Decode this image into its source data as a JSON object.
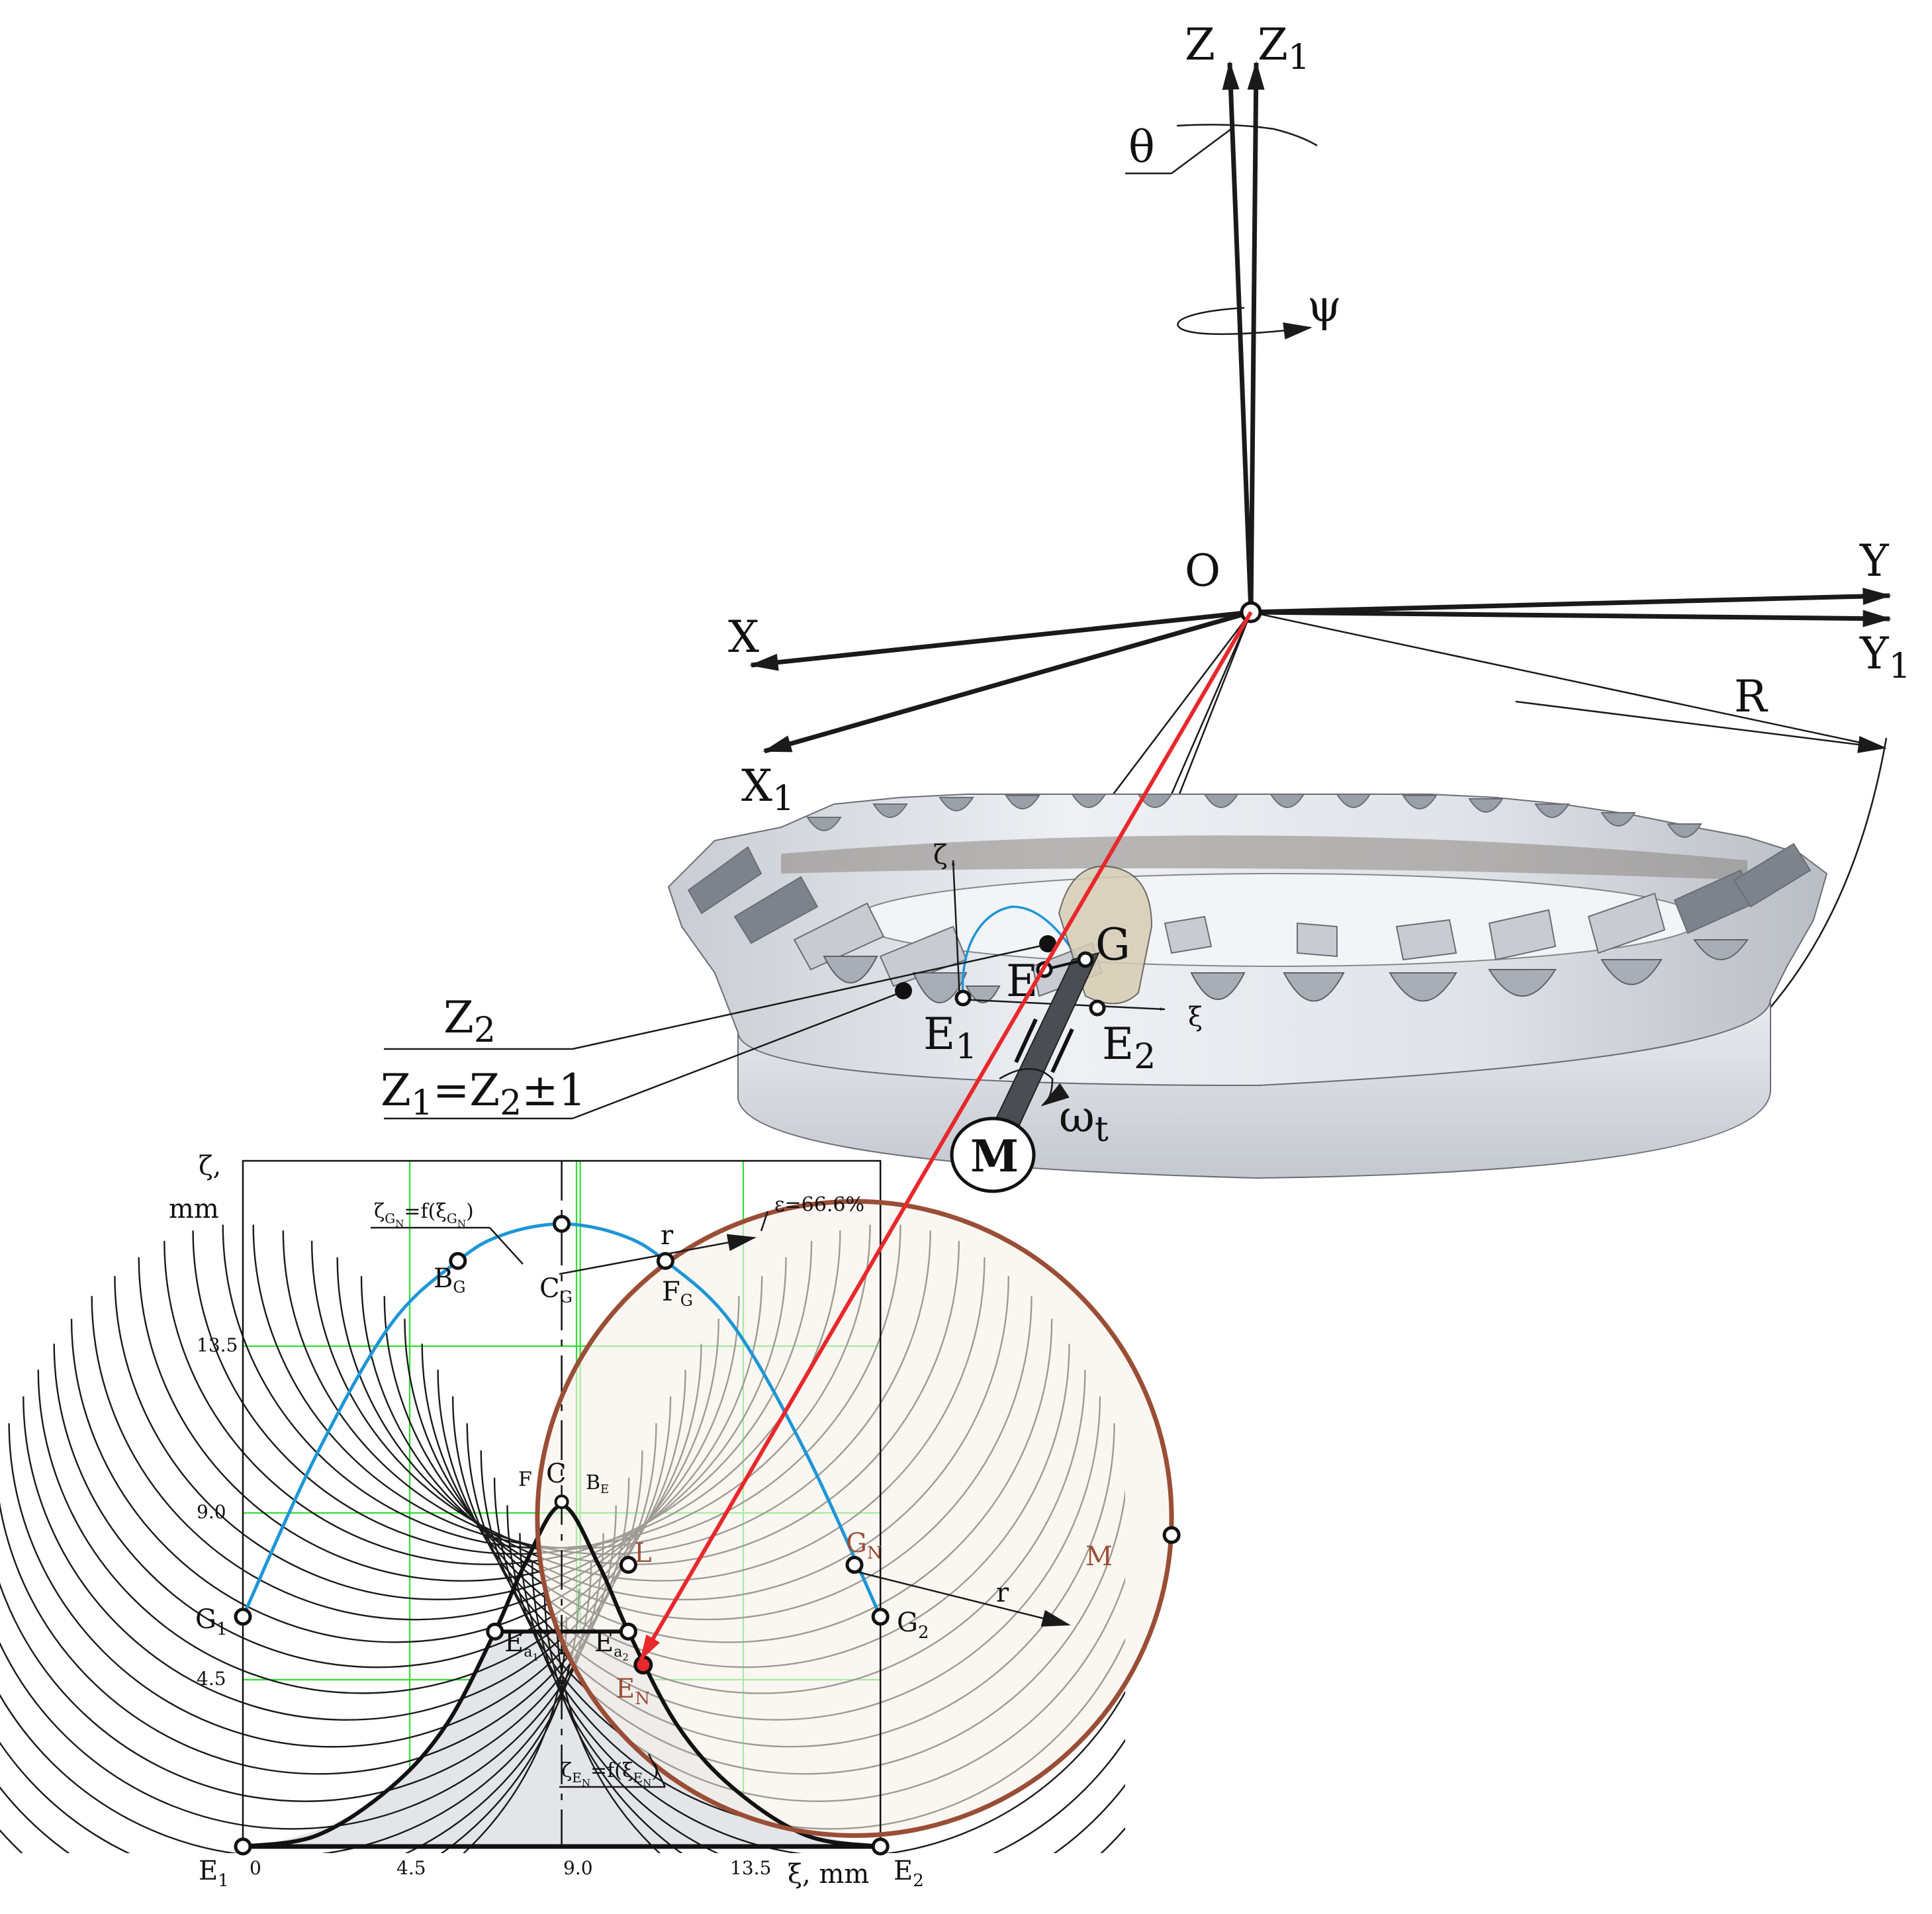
{
  "axes3d": {
    "Z": "Z",
    "Z1": "Z",
    "Z1_sub": "1",
    "theta": "θ",
    "psi": "ψ",
    "O": "O",
    "X": "X",
    "X1": "X",
    "X1_sub": "1",
    "Y": "Y",
    "Y1": "Y",
    "Y1_sub": "1",
    "R": "R"
  },
  "gear": {
    "zeta": "ζ",
    "xi": "ξ",
    "E": "E",
    "G": "G",
    "E1": "E",
    "E1_sub": "1",
    "E2": "E",
    "E2_sub": "2",
    "motor": "M",
    "omega": "ω",
    "omega_sub": "t",
    "Z2_main": "Z",
    "Z2_sub": "2",
    "Z1eq_a": "Z",
    "Z1eq_a_sub": "1",
    "Z1eq_mid": "=Z",
    "Z1eq_sub2": "2",
    "Z1eq_end": "±1"
  },
  "plot": {
    "ylabel_sym": "ζ,",
    "ylabel_unit": "mm",
    "xlabel": "ξ, mm",
    "x_ticks": [
      "0",
      "4.5",
      "9.0",
      "13.5"
    ],
    "y_ticks": [
      "13.5",
      "9.0",
      "4.5"
    ],
    "eps": "ε=66.6%",
    "r1": "r",
    "r2": "r",
    "curveG_a": "ζ",
    "curveG_a_sub": "G",
    "curveG_a_subsub": "N",
    "curveG_b": "=f(ξ",
    "curveG_b_sub": "G",
    "curveG_b_subsub": "N",
    "curveG_c": ")",
    "curveE_a": "ζ",
    "curveE_a_sub": "E",
    "curveE_a_subsub": "N",
    "curveE_b": "=f(ξ",
    "curveE_b_sub": "E",
    "curveE_b_subsub": "N",
    "curveE_c": ")",
    "CG": "C",
    "CG_sub": "G",
    "BG": "B",
    "BG_sub": "G",
    "FG": "F",
    "FG_sub": "G",
    "CE": "C",
    "FE": "F",
    "BE": "B",
    "BE_sub": "E",
    "G1": "G",
    "G1_sub": "1",
    "G2": "G",
    "G2_sub": "2",
    "GN": "G",
    "GN_sub": "N",
    "Ea1": "E",
    "Ea1_sub": "a",
    "Ea1_subsub": "1",
    "Ea2": "E",
    "Ea2_sub": "a",
    "Ea2_subsub": "2",
    "EN": "E",
    "EN_sub": "N",
    "L": "L",
    "M": "M",
    "E1": "E",
    "E1_sub": "1",
    "E2": "E",
    "E2_sub": "2"
  },
  "chart_data": {
    "type": "line",
    "xlabel": "ξ, mm",
    "ylabel": "ζ, mm",
    "x_ticks": [
      0,
      4.5,
      9.0,
      13.5
    ],
    "y_ticks": [
      4.5,
      9.0,
      13.5
    ],
    "xlim": [
      0,
      17.2
    ],
    "ylim": [
      0,
      18.5
    ],
    "grid": true,
    "cutter_radius_r_mm": 9.0,
    "contact_ratio_label": "ε=66.6%",
    "series": [
      {
        "name": "ζGN=f(ξGN)",
        "color": "#1e96d6",
        "x": [
          0,
          2.0,
          4.0,
          5.8,
          7.0,
          8.6,
          10.2,
          11.4,
          13.2,
          15.2,
          17.2
        ],
        "y": [
          6.2,
          10.6,
          14.1,
          15.8,
          16.5,
          16.8,
          16.5,
          15.8,
          14.1,
          10.6,
          6.2
        ]
      },
      {
        "name": "ζEN=f(ξEN)",
        "color": "#111111",
        "x": [
          0,
          2.0,
          4.0,
          5.5,
          6.8,
          7.6,
          8.6,
          9.6,
          10.4,
          11.7,
          13.2,
          15.2,
          17.2
        ],
        "y": [
          0,
          0.3,
          1.6,
          3.3,
          5.8,
          7.6,
          9.2,
          7.6,
          5.8,
          3.3,
          1.6,
          0.3,
          0
        ]
      }
    ],
    "points": [
      {
        "label": "E1",
        "x": 0,
        "y": 0
      },
      {
        "label": "E2",
        "x": 17.2,
        "y": 0
      },
      {
        "label": "G1",
        "x": 0,
        "y": 6.2
      },
      {
        "label": "G2",
        "x": 17.2,
        "y": 6.2
      },
      {
        "label": "BG",
        "x": 5.8,
        "y": 15.8
      },
      {
        "label": "CG",
        "x": 8.6,
        "y": 16.8
      },
      {
        "label": "FG",
        "x": 11.4,
        "y": 15.8
      },
      {
        "label": "GN",
        "x": 16.5,
        "y": 7.6
      },
      {
        "label": "Ea1",
        "x": 6.8,
        "y": 5.8
      },
      {
        "label": "Ea2",
        "x": 10.4,
        "y": 5.8
      },
      {
        "label": "EN",
        "x": 10.8,
        "y": 4.9
      },
      {
        "label": "L",
        "x": 10.4,
        "y": 7.6
      },
      {
        "label": "M",
        "x": 22.5,
        "y": 7.6
      }
    ]
  },
  "colors": {
    "red_ray": "#e8282c",
    "blue_curve": "#1e96d6",
    "brown_circle": "#9a4e36",
    "grid": "#33dd33",
    "fill": "#e4e5e8"
  }
}
